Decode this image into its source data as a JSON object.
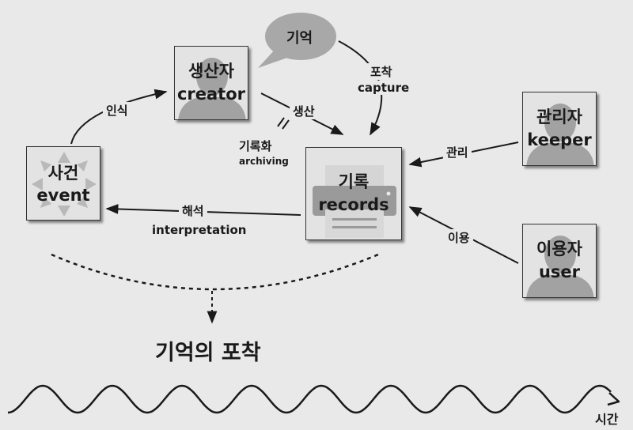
{
  "nodes": {
    "event": {
      "ko": "사건",
      "en": "event"
    },
    "creator": {
      "ko": "생산자",
      "en": "creator"
    },
    "records": {
      "ko": "기록",
      "en": "records"
    },
    "keeper": {
      "ko": "관리자",
      "en": "keeper"
    },
    "user": {
      "ko": "이용자",
      "en": "user"
    }
  },
  "memory_bubble": "기억",
  "edges": {
    "perception": "인식",
    "production": "생산",
    "archiving_ko": "기록화",
    "archiving_en": "archiving",
    "capture_ko": "포착",
    "capture_en": "capture",
    "management": "관리",
    "use": "이용",
    "interpretation_ko": "해석",
    "interpretation_en": "interpretation"
  },
  "title": "기억의 포착",
  "time_label": "시간",
  "colors": {
    "background": "#e9e9e9",
    "box_fill": "#e3e3e3",
    "silhouette": "#a2a2a2",
    "bubble": "#a8a8a8",
    "line": "#1a1a1a"
  }
}
